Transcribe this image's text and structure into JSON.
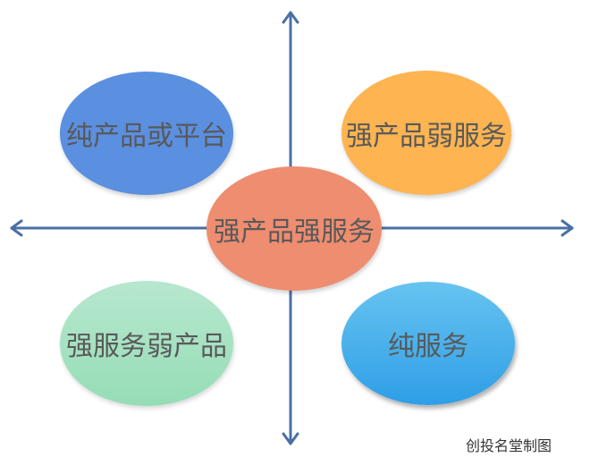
{
  "quadrants": {
    "top_left": "纯产品或平台",
    "top_right": "强产品弱服务",
    "center": "强产品强服务",
    "bottom_left": "强服务弱产品",
    "bottom_right": "纯服务"
  },
  "footer": "创投名堂制图",
  "colors": {
    "axis": "#4a6fa5",
    "top_left": "#5b8fe0",
    "top_right": "#fdb451",
    "center": "#ef8d70",
    "bottom_left": "#a8e2c4",
    "bottom_right": "#42ade9",
    "text": "#595959"
  }
}
